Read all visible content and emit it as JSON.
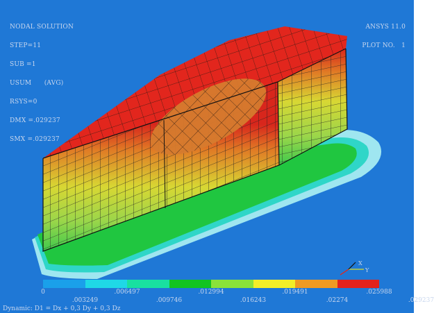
{
  "info_left": {
    "line1": "NODAL SOLUTION",
    "line2": "STEP=11",
    "line3": "SUB =1",
    "line4": "USUM      (AVG)",
    "line5": "RSYS=0",
    "line6": "DMX =.029237",
    "line7": "SMX =.029237"
  },
  "info_right": {
    "version": "ANSYS 11.0",
    "plot": "PLOT NO.   1"
  },
  "legend": {
    "colors": [
      "#1aa0ea",
      "#1fd8e6",
      "#19e0a0",
      "#12c420",
      "#8ae23a",
      "#f2ee28",
      "#ef9a22",
      "#e3221c"
    ],
    "upper_labels": [
      "0",
      ".006497",
      ".012994",
      ".019491",
      ".025988"
    ],
    "lower_labels": [
      ".003249",
      ".009746",
      ".016243",
      ".02274",
      ".029237"
    ]
  },
  "footer": "Dynamic: D1 = Dx + 0,3 Dy + 0,3 Dz",
  "triad": {
    "x": "X",
    "y": "Y"
  },
  "model": {
    "colors": {
      "background": "#1f78d6",
      "halo_outer": "#9fe6f0",
      "halo_mid": "#2fd6c8",
      "halo_inner": "#20c640",
      "top": "#e2261d",
      "hole": "#d67b2e",
      "facade_red": "#d8261c",
      "facade_orange": "#e07a25",
      "facade_yellow": "#d8d733",
      "facade_lime": "#9bd64a",
      "facade_green": "#3fc94c",
      "grid": "#222222"
    }
  }
}
